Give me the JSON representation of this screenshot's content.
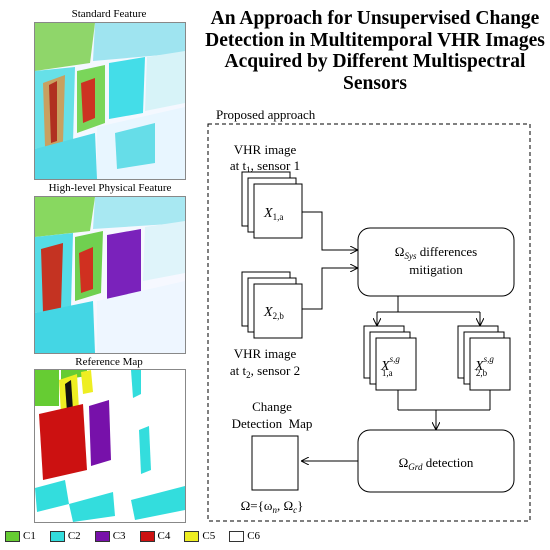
{
  "title": "An Approach for Unsupervised Change Detection in Multitemporal VHR Images Acquired by Different Multispectral Sensors",
  "panels": {
    "standard_feature": "Standard Feature",
    "high_level_feature": "High-level Physical Feature",
    "reference_map": "Reference Map"
  },
  "diagram": {
    "box_label": "Proposed approach",
    "vhr1_line1": "VHR image",
    "vhr1_line2_prefix": "at t",
    "vhr1_sub": "1",
    "vhr1_line2_suffix": ", sensor 1",
    "vhr2_line1": "VHR image",
    "vhr2_line2_prefix": "at t",
    "vhr2_sub": "2",
    "vhr2_line2_suffix": ", sensor 2",
    "x1a_base": "X",
    "x1a_sub": "1,a",
    "x2b_base": "X",
    "x2b_sub": "2,b",
    "sys_omega": "Ω",
    "sys_sub": "Sys",
    "sys_line1_rest": " differences",
    "sys_line2": "mitigation",
    "x1ag_base": "X",
    "x1ag_sup": "s,g",
    "x1ag_sub": "1,a",
    "x2bg_base": "X",
    "x2bg_sup": "s,g",
    "x2bg_sub": "2,b",
    "grd_omega": "Ω",
    "grd_sub": "Grd",
    "grd_rest": " detection",
    "cd_line1": "Change",
    "cd_line2": "Detection  Map",
    "omega_formula_prefix": "Ω={ω",
    "omega_sub_n": "n",
    "omega_mid": ", Ω",
    "omega_sub_c": "c",
    "omega_suffix": "}"
  },
  "legend": [
    {
      "label": "C1",
      "color": "#66cc33"
    },
    {
      "label": "C2",
      "color": "#33dddd"
    },
    {
      "label": "C3",
      "color": "#7711aa"
    },
    {
      "label": "C4",
      "color": "#cc1111"
    },
    {
      "label": "C5",
      "color": "#eeee22"
    },
    {
      "label": "C6",
      "color": "#ffffff"
    }
  ]
}
